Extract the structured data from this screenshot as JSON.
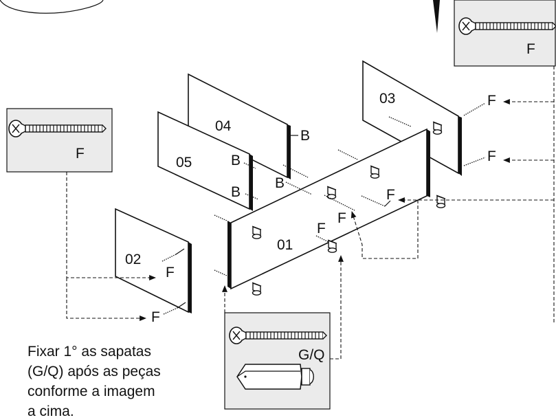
{
  "panels": {
    "p01": "01",
    "p02": "02",
    "p03": "03",
    "p04": "04",
    "p05": "05"
  },
  "hardware": {
    "f": "F",
    "b": "B",
    "gq": "G/Q"
  },
  "note": {
    "lines": [
      "Fixar 1° as sapatas",
      "(G/Q) após as peças",
      "conforme a imagem",
      "a cima."
    ]
  },
  "colors": {
    "callout_fill": "#ebebeb",
    "line": "#111111"
  },
  "icons": {
    "screw": "screw-icon",
    "dowel": "dowel-icon",
    "foot": "leveling-foot-icon"
  }
}
